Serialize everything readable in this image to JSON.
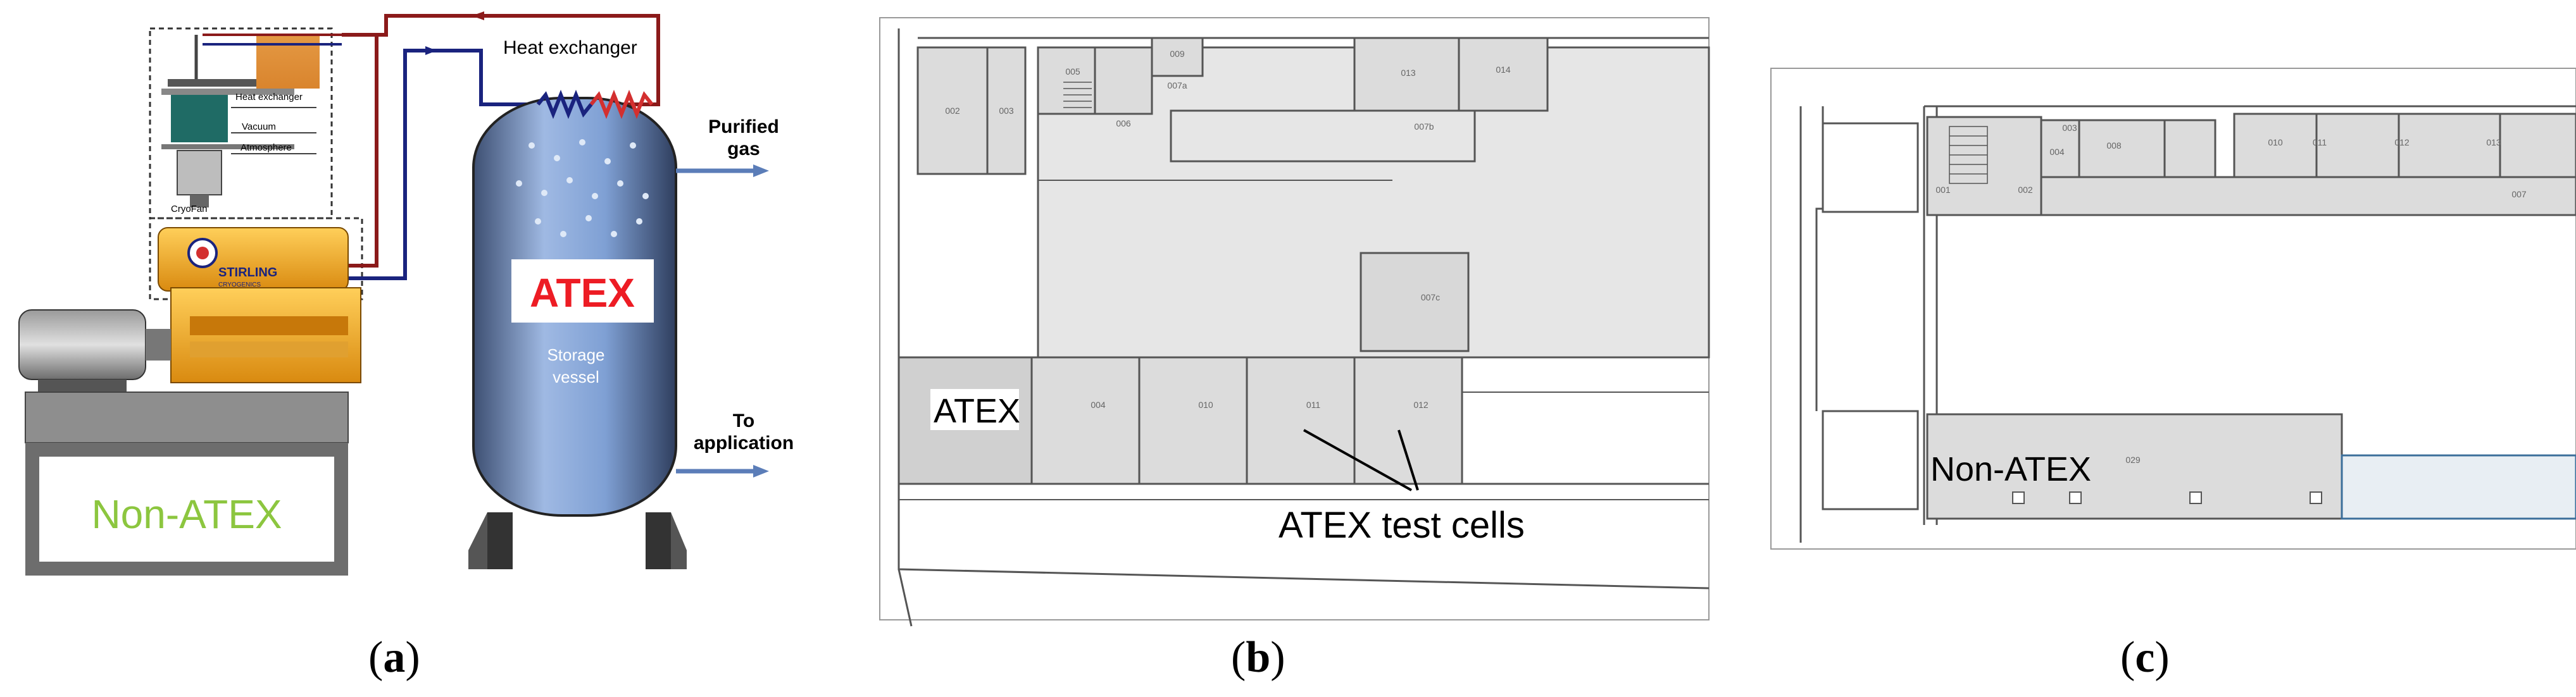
{
  "colors": {
    "non_atex_green": "#8cc63f",
    "atex_red": "#ed1c24",
    "hot_pipe": "#8b1a1a",
    "cold_pipe": "#1a237e",
    "machine_orange": "#f5a623",
    "room_fill": "#e6e6e6",
    "vessel_blue": "#6f95c9"
  },
  "panel_a": {
    "label_heat_exchanger_top": "Heat exchanger",
    "inset_heat_exchanger": "Heat exchanger",
    "inset_vacuum": "Vacuum",
    "inset_atmosphere": "Atmosphere",
    "inset_cryofan": "CryoFan",
    "logo_brand": "STIRLING",
    "logo_sub": "CRYOGENICS",
    "atex": "ATEX",
    "storage_vessel_1": "Storage",
    "storage_vessel_2": "vessel",
    "purified_1": "Purified",
    "purified_2": "gas",
    "to_app_1": "To",
    "to_app_2": "application",
    "non_atex": "Non-ATEX"
  },
  "panel_b": {
    "atex": "ATEX",
    "atex_test_cells": "ATEX test cells",
    "rooms": [
      "002",
      "003",
      "005",
      "006",
      "009",
      "007a",
      "013",
      "014",
      "007b",
      "007c",
      "004",
      "010",
      "011",
      "012"
    ]
  },
  "panel_c": {
    "non_atex": "Non-ATEX",
    "rooms": [
      "001",
      "002",
      "003",
      "004",
      "008",
      "010",
      "011",
      "012",
      "013",
      "007",
      "029"
    ]
  },
  "captions": {
    "a_letter": "a",
    "b_letter": "b",
    "c_letter": "c",
    "open": "(",
    "close": ")"
  }
}
